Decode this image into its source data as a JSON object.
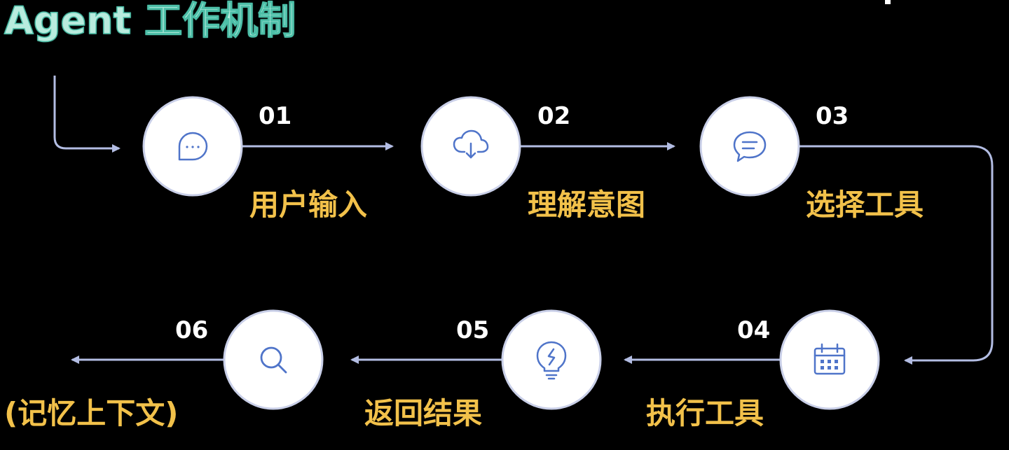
{
  "title": "Agent 工作机制",
  "colors": {
    "background": "#000000",
    "title": "#b9ecde",
    "label": "#f2c14a",
    "connector": "#b3bde3",
    "circle_fill": "#ffffff",
    "circle_border": "#c9cfe8",
    "icon": "#4f74c9"
  },
  "steps": [
    {
      "num": "01",
      "label": "用户输入",
      "icon": "chat-bubble-dots-icon"
    },
    {
      "num": "02",
      "label": "理解意图",
      "icon": "cloud-download-icon"
    },
    {
      "num": "03",
      "label": "选择工具",
      "icon": "message-lines-icon"
    },
    {
      "num": "04",
      "label": "执行工具",
      "icon": "calendar-icon"
    },
    {
      "num": "05",
      "label": "返回结果",
      "icon": "lightbulb-icon"
    },
    {
      "num": "06",
      "label": "(记忆上下文)",
      "icon": "search-icon"
    }
  ]
}
